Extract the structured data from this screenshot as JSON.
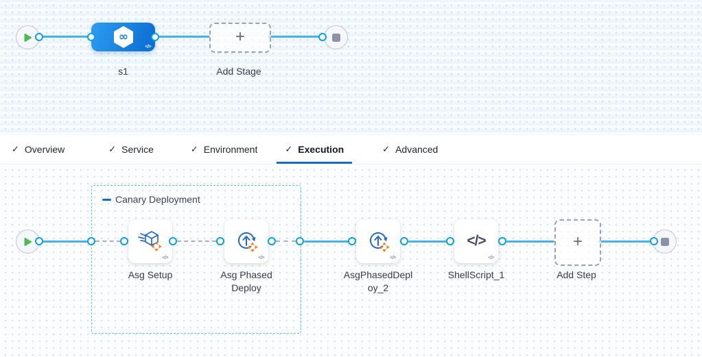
{
  "stage_graph": {
    "stage": {
      "label": "s1",
      "icon": "deployment-stage-icon",
      "code_badge": "</>"
    },
    "add_stage": {
      "label": "Add Stage"
    }
  },
  "tabs": [
    {
      "label": "Overview",
      "checked": true,
      "active": false
    },
    {
      "label": "Service",
      "checked": true,
      "active": false
    },
    {
      "label": "Environment",
      "checked": true,
      "active": false
    },
    {
      "label": "Execution",
      "checked": true,
      "active": true
    },
    {
      "label": "Advanced",
      "checked": true,
      "active": false
    }
  ],
  "execution": {
    "group": {
      "label": "Canary Deployment"
    },
    "steps": [
      {
        "name": "Asg Setup",
        "icon": "asg-setup-icon",
        "code_badge": "</>"
      },
      {
        "name": "Asg Phased Deploy",
        "icon": "asg-phased-deploy-icon",
        "code_badge": "</>"
      },
      {
        "name": "AsgPhasedDeploy_2",
        "icon": "asg-phased-deploy-icon",
        "code_badge": "</>"
      },
      {
        "name": "ShellScript_1",
        "icon": "shell-script-icon",
        "code_badge": "</>"
      }
    ],
    "add_step": {
      "label": "Add Step"
    }
  },
  "colors": {
    "connector_blue": "#45b2e8",
    "dot_border_blue": "#0aa0e0",
    "stage_gradient_start": "#2f9cf1",
    "stage_gradient_end": "#0c70d4",
    "group_border_blue": "#58bdeb",
    "accent_orange": "#f58025",
    "icon_blue": "#2468c6",
    "tab_underline": "#1b69c8",
    "play_green": "#4cbb57",
    "stop_gray": "#8f92a6"
  }
}
